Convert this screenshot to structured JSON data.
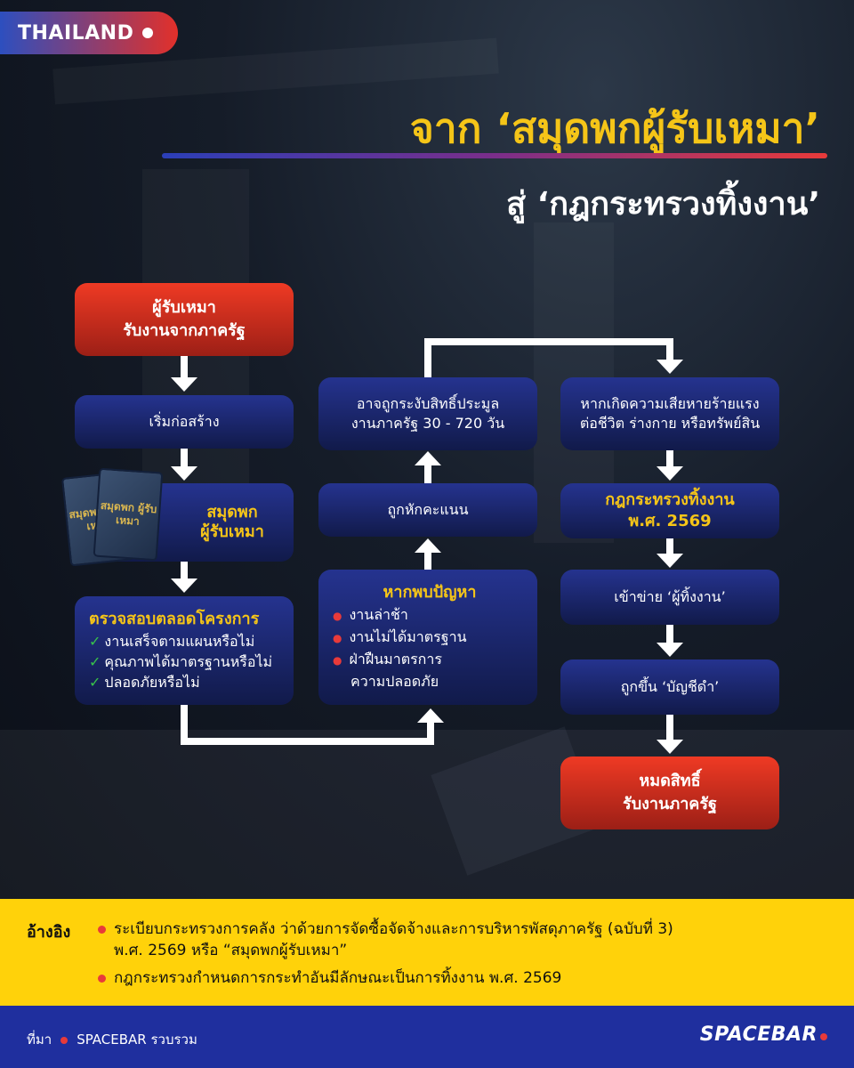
{
  "tag": "THAILAND",
  "title_line1": "จาก ‘สมุดพกผู้รับเหมา’",
  "title_line2": "สู่ ‘กฎกระทรวงทิ้งงาน’",
  "flow": {
    "start_l1": "ผู้รับเหมา",
    "start_l2": "รับงานจากภาครัฐ",
    "begin": "เริ่มก่อสร้าง",
    "book_cover": "สมุดพก ผู้รับเหมา",
    "book_l1": "สมุดพก",
    "book_l2": "ผู้รับเหมา",
    "audit_title": "ตรวจสอบตลอดโครงการ",
    "audit_items": [
      "งานเสร็จตามแผนหรือไม่",
      "คุณภาพได้มาตรฐานหรือไม่",
      "ปลอดภัยหรือไม่"
    ],
    "problem_title": "หากพบปัญหา",
    "problem_items": [
      "งานล่าช้า",
      "งานไม่ได้มาตรฐาน",
      "ฝ่าฝืนมาตรการ",
      "ความปลอดภัย"
    ],
    "deduct": "ถูกหักคะแนน",
    "suspend_l1": "อาจถูกระงับสิทธิ์ประมูล",
    "suspend_l2": "งานภาครัฐ 30 - 720 วัน",
    "damage_l1": "หากเกิดความเสียหายร้ายแรง",
    "damage_l2": "ต่อชีวิต ร่างกาย หรือทรัพย์สิน",
    "rule_l1": "กฎกระทรวงทิ้งงาน",
    "rule_l2": "พ.ศ. 2569",
    "abandon": "เข้าข่าย  ‘ผู้ทิ้งงาน’",
    "blacklist": "ถูกขึ้น ‘บัญชีดำ’",
    "end_l1": "หมดสิทธิ์",
    "end_l2": "รับงานภาครัฐ"
  },
  "reference": {
    "label": "อ้างอิง",
    "item1_l1": "ระเบียบกระทรวงการคลัง ว่าด้วยการจัดซื้อจัดจ้างและการบริหารพัสดุภาครัฐ (ฉบับที่ 3)",
    "item1_l2": "พ.ศ. 2569 หรือ “สมุดพกผู้รับเหมา”",
    "item2": "กฎกระทรวงกำหนดการกระทำอันมีลักษณะเป็นการทิ้งงาน พ.ศ. 2569"
  },
  "footer": {
    "source_label": "ที่มา",
    "source": "SPACEBAR รวบรวม",
    "logo": "SPACEBAR"
  },
  "colors": {
    "accent_yellow": "#f5c518",
    "box_blue": "#25338f",
    "box_red": "#ef3a24",
    "ref_bg": "#ffd20a",
    "footer_bg": "#1f2f9e"
  }
}
